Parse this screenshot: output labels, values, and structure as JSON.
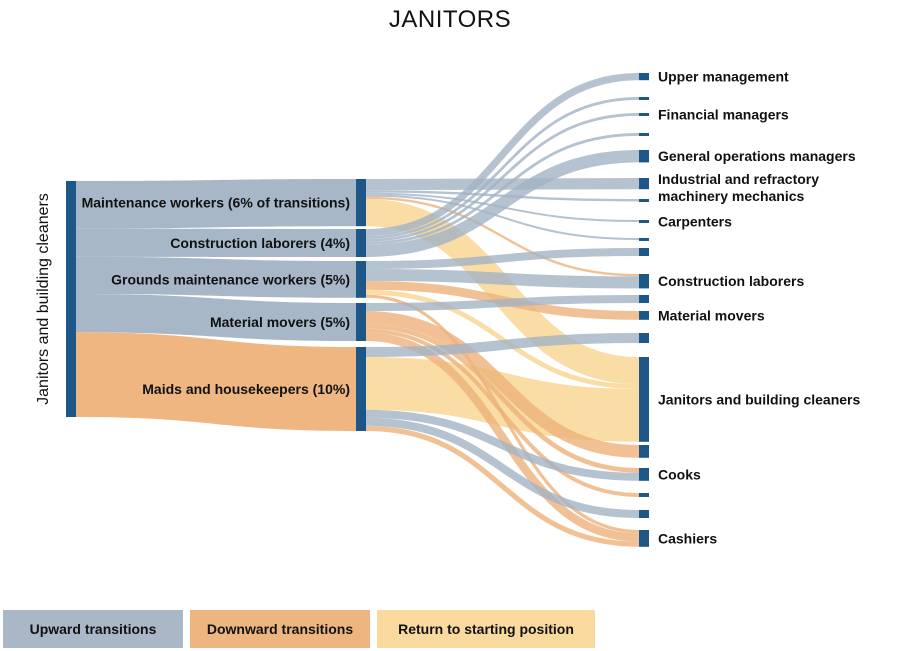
{
  "chart_data": {
    "type": "sankey",
    "title": "JANITORS",
    "unit": "percent of transitions (approx.)",
    "source_node": "Janitors and building cleaners",
    "middle_nodes": [
      {
        "id": "M",
        "label": "Maintenance workers (6% of transitions)",
        "type": "up"
      },
      {
        "id": "CL",
        "label": "Construction laborers (4%)",
        "type": "up"
      },
      {
        "id": "G",
        "label": "Grounds maintenance workers (5%)",
        "type": "up"
      },
      {
        "id": "MM",
        "label": "Material movers (5%)",
        "type": "up"
      },
      {
        "id": "MH",
        "label": "Maids and housekeepers (10%)",
        "type": "down"
      }
    ],
    "target_nodes": [
      {
        "label": "Upper management"
      },
      {
        "label": ""
      },
      {
        "label": "Financial managers"
      },
      {
        "label": ""
      },
      {
        "label": "General operations managers"
      },
      {
        "label": "Industrial and refractory machinery mechanics"
      },
      {
        "label": ""
      },
      {
        "label": "Carpenters"
      },
      {
        "label": ""
      },
      {
        "label": ""
      },
      {
        "label": "Construction laborers"
      },
      {
        "label": ""
      },
      {
        "label": "Material movers"
      },
      {
        "label": ""
      },
      {
        "label": "Janitors and building cleaners"
      },
      {
        "label": ""
      },
      {
        "label": "Cooks"
      },
      {
        "label": ""
      },
      {
        "label": ""
      },
      {
        "label": "Cashiers"
      }
    ],
    "links": [
      {
        "s": "M",
        "t": 5,
        "type": "up",
        "v": 1.4
      },
      {
        "s": "M",
        "t": 6,
        "type": "up",
        "v": 0.3
      },
      {
        "s": "M",
        "t": 7,
        "type": "up",
        "v": 0.25
      },
      {
        "s": "M",
        "t": 8,
        "type": "up",
        "v": 0.25
      },
      {
        "s": "M",
        "t": 10,
        "type": "down",
        "v": 0.3
      },
      {
        "s": "M",
        "t": 14,
        "type": "return",
        "v": 3.4
      },
      {
        "s": "CL",
        "t": 0,
        "type": "up",
        "v": 0.9
      },
      {
        "s": "CL",
        "t": 1,
        "type": "up",
        "v": 0.35
      },
      {
        "s": "CL",
        "t": 2,
        "type": "up",
        "v": 0.35
      },
      {
        "s": "CL",
        "t": 3,
        "type": "up",
        "v": 0.35
      },
      {
        "s": "CL",
        "t": 4,
        "type": "up",
        "v": 1.55
      },
      {
        "s": "G",
        "t": 9,
        "type": "up",
        "v": 1.0
      },
      {
        "s": "G",
        "t": 10,
        "type": "up",
        "v": 1.5
      },
      {
        "s": "G",
        "t": 12,
        "type": "down",
        "v": 1.1
      },
      {
        "s": "G",
        "t": 14,
        "type": "return",
        "v": 0.6
      },
      {
        "s": "G",
        "t": 19,
        "type": "down",
        "v": 0.4
      },
      {
        "s": "MM",
        "t": 11,
        "type": "up",
        "v": 1.0
      },
      {
        "s": "MM",
        "t": 15,
        "type": "down",
        "v": 1.6
      },
      {
        "s": "MM",
        "t": 16,
        "type": "down",
        "v": 0.6
      },
      {
        "s": "MM",
        "t": 17,
        "type": "down",
        "v": 0.5
      },
      {
        "s": "MM",
        "t": 19,
        "type": "down",
        "v": 1.05
      },
      {
        "s": "MH",
        "t": 13,
        "type": "up",
        "v": 1.25
      },
      {
        "s": "MH",
        "t": 14,
        "type": "return",
        "v": 6.6
      },
      {
        "s": "MH",
        "t": 16,
        "type": "up",
        "v": 1.0
      },
      {
        "s": "MH",
        "t": 18,
        "type": "up",
        "v": 1.0
      },
      {
        "s": "MH",
        "t": 19,
        "type": "down",
        "v": 0.65
      }
    ],
    "legend": [
      {
        "type": "up",
        "label": "Upward transitions"
      },
      {
        "type": "down",
        "label": "Downward transitions"
      },
      {
        "type": "return",
        "label": "Return to starting position"
      }
    ]
  },
  "colors": {
    "node": "#1d5788",
    "up": "#a3b3c4",
    "down": "#eeb27a",
    "return": "#f9d89b"
  }
}
